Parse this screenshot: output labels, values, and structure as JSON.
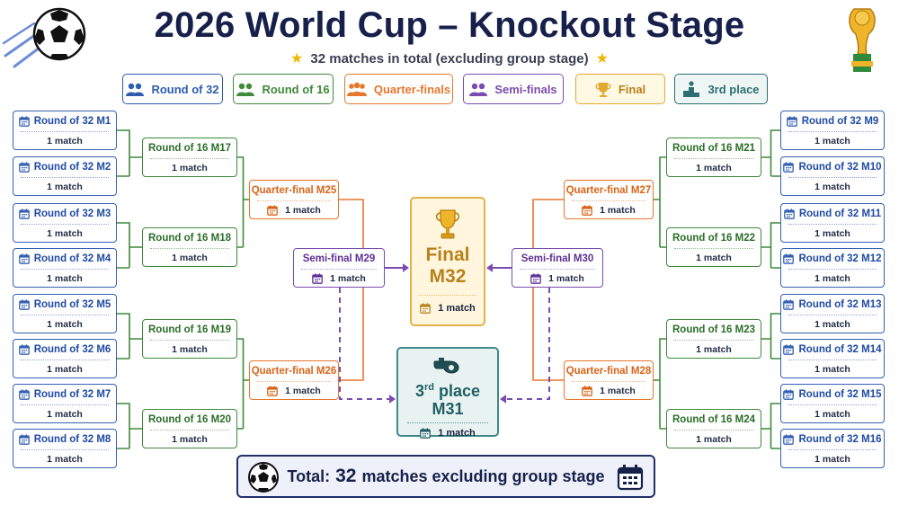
{
  "header": {
    "title": "2026 World Cup – Knockout Stage",
    "subtitle": "32 matches in total (excluding group stage)"
  },
  "legend": [
    {
      "label": "Round of 32",
      "icon": "people-icon",
      "color": "#2e5cb0"
    },
    {
      "label": "Round of 16",
      "icon": "people-icon",
      "color": "#3f8a3b"
    },
    {
      "label": "Quarter-finals",
      "icon": "group-icon",
      "color": "#e6772c"
    },
    {
      "label": "Semi-finals",
      "icon": "people-icon",
      "color": "#7a4cb0"
    },
    {
      "label": "Final",
      "icon": "trophy-icon",
      "color": "#e2a92f"
    },
    {
      "label": "3rd place",
      "icon": "podium-icon",
      "color": "#2e6e72"
    }
  ],
  "match_count_text": "1 match",
  "round_of_32": {
    "left": [
      "Round of 32 M1",
      "Round of 32 M2",
      "Round of 32 M3",
      "Round of 32 M4",
      "Round of 32 M5",
      "Round of 32 M6",
      "Round of 32 M7",
      "Round of 32 M8"
    ],
    "right": [
      "Round of 32 M9",
      "Round of 32 M10",
      "Round of 32 M11",
      "Round of 32 M12",
      "Round of 32 M13",
      "Round of 32 M14",
      "Round of 32 M15",
      "Round of 32 M16"
    ]
  },
  "round_of_16": {
    "left": [
      "Round of 16 M17",
      "Round of 16 M18",
      "Round of 16 M19",
      "Round of 16 M20"
    ],
    "right": [
      "Round of 16 M21",
      "Round of 16 M22",
      "Round of 16 M23",
      "Round of 16 M24"
    ]
  },
  "quarter_finals": {
    "left": [
      "Quarter-final M25",
      "Quarter-final M26"
    ],
    "right": [
      "Quarter-final M27",
      "Quarter-final M28"
    ]
  },
  "semi_finals": {
    "left": "Semi-final M29",
    "right": "Semi-final M30"
  },
  "final": {
    "line1": "Final",
    "line2": "M32",
    "count": "1 match"
  },
  "third_place": {
    "line1": "3",
    "line1_sup": "rd",
    "line1_rest": " place",
    "line2": "M31",
    "count": "1 match"
  },
  "total": {
    "prefix": "Total:",
    "number": "32",
    "suffix": "matches excluding group stage"
  },
  "colors": {
    "r32": "#3560b2",
    "r16": "#3f8a3b",
    "qf": "#e6772c",
    "sf": "#7a4cb0",
    "final": "#e2b34a",
    "third": "#3d8a8a",
    "navy": "#16204a"
  }
}
